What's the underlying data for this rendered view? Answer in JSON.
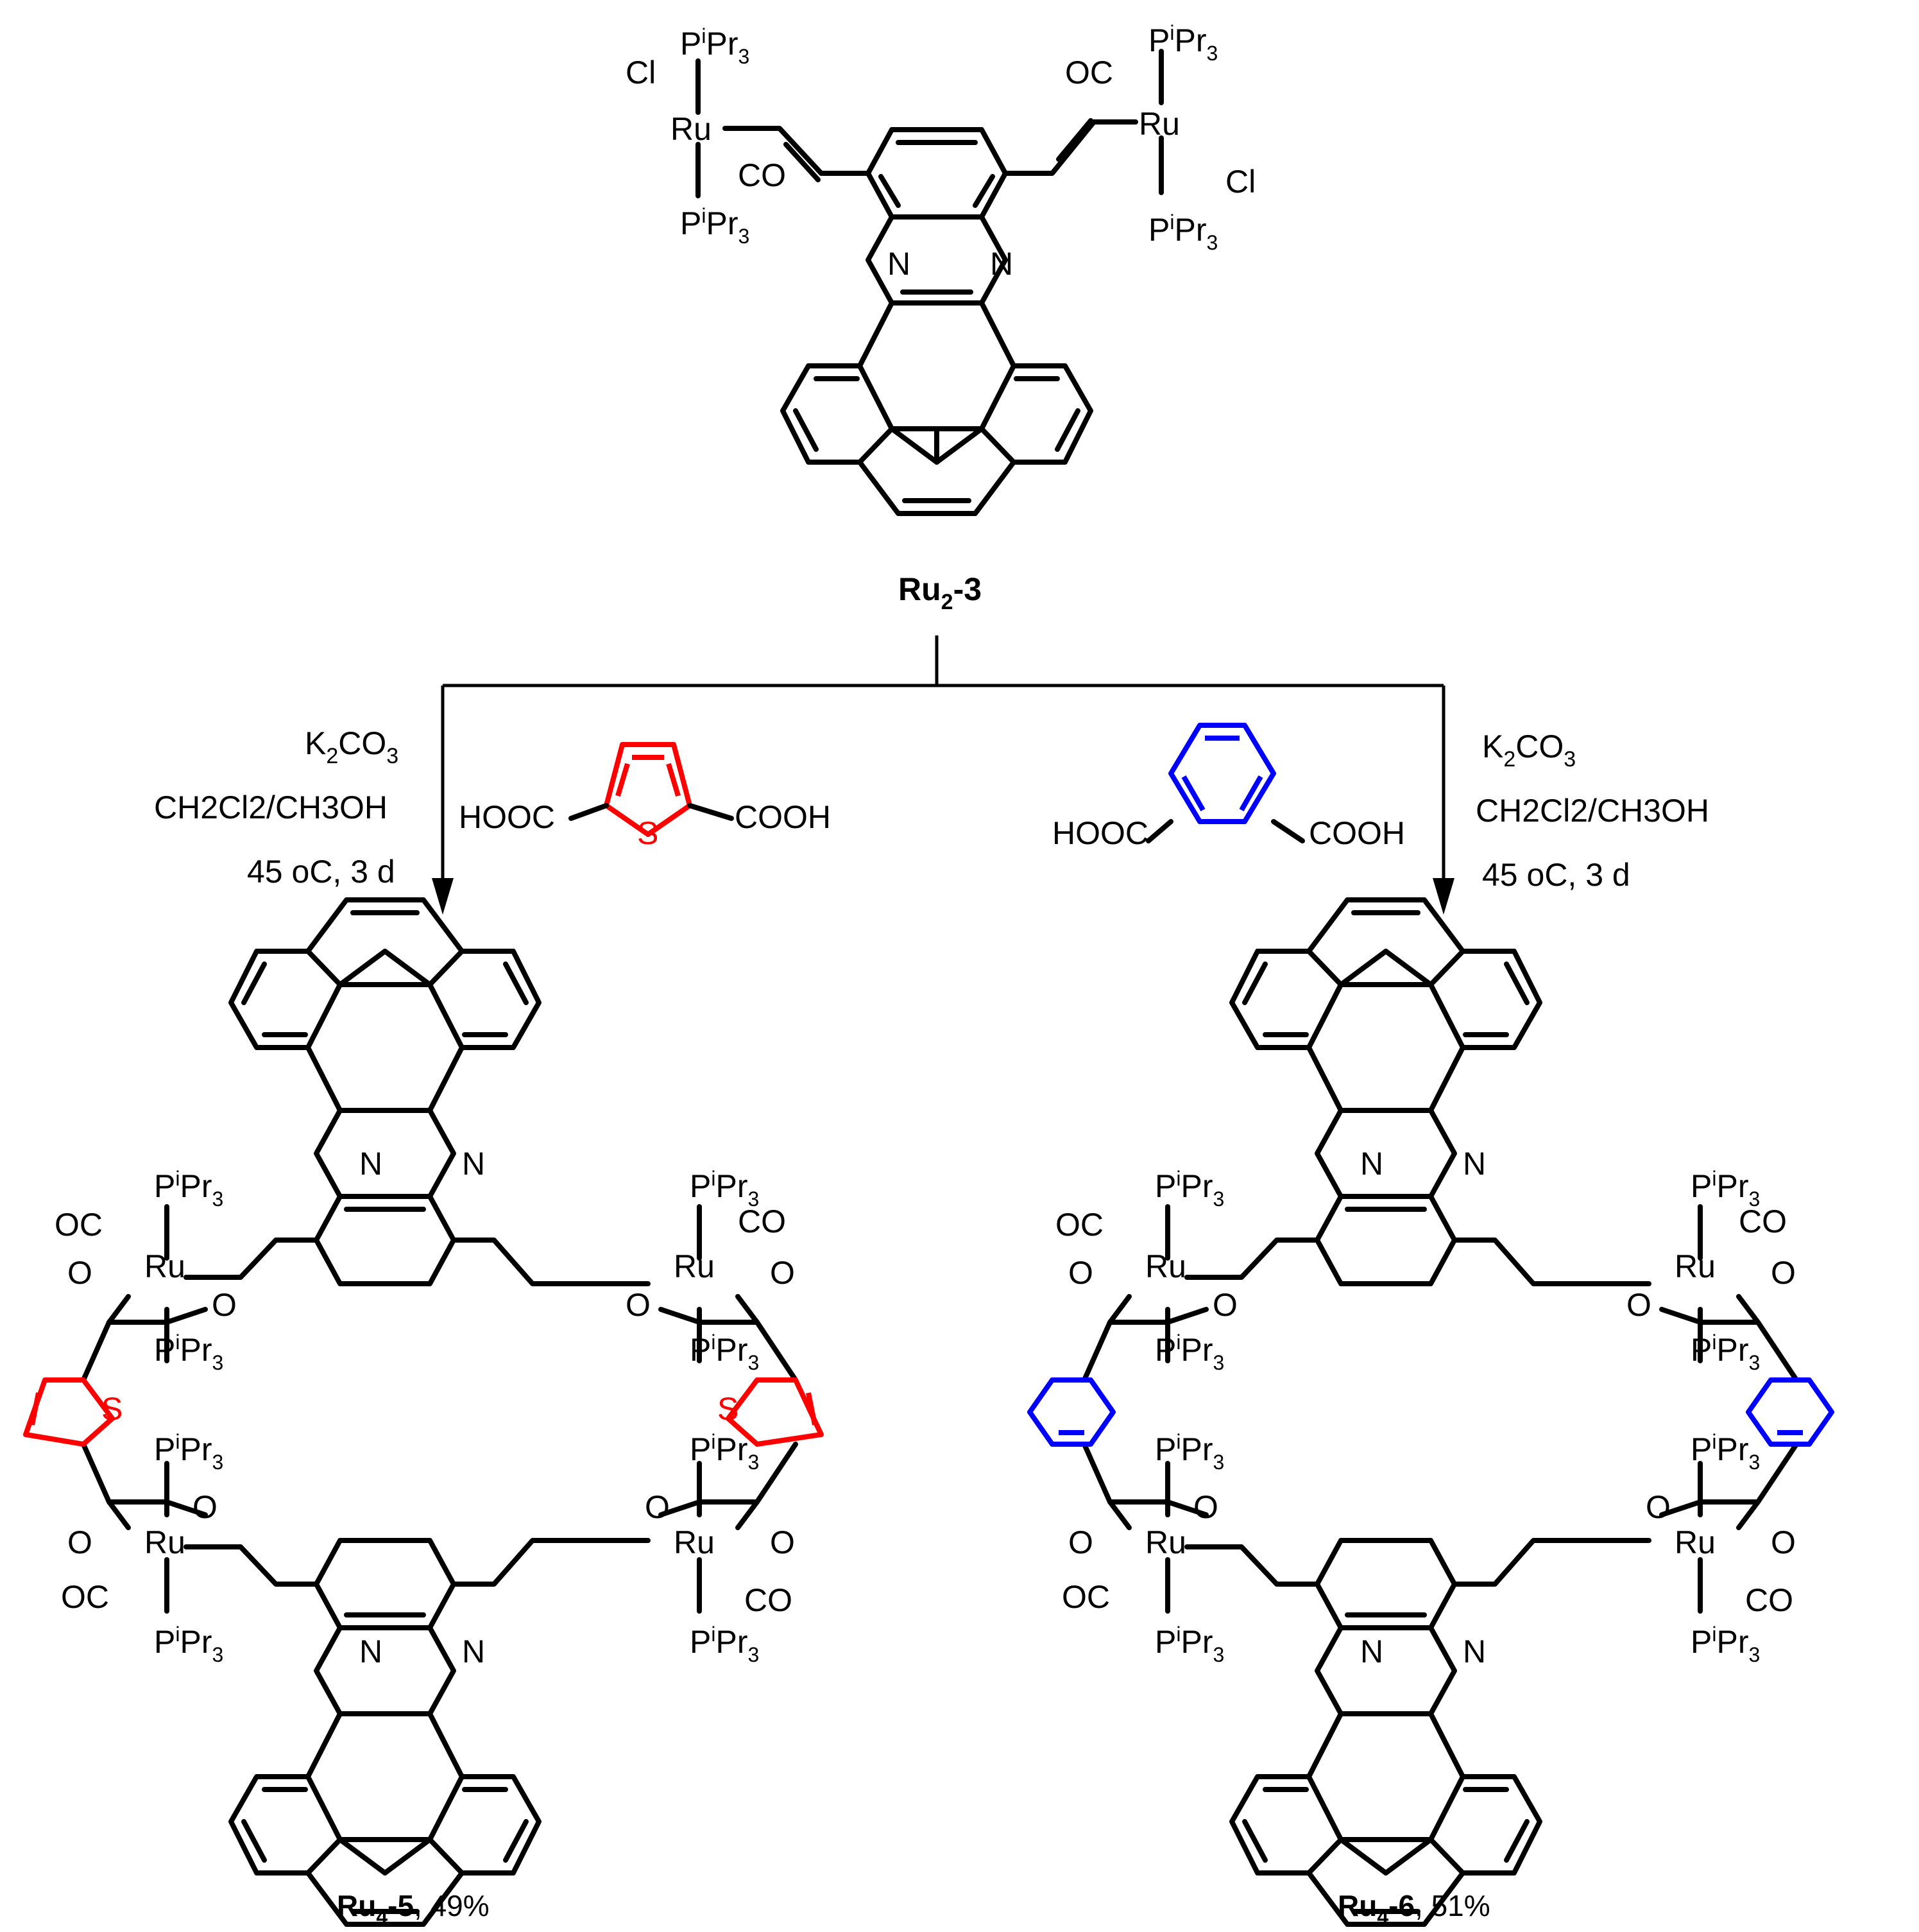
{
  "colors": {
    "ink": "#000000",
    "thiophene": "#ff0000",
    "benzene": "#0000ff"
  },
  "start": {
    "name": "Ru2-3",
    "label_main": "Ru",
    "label_sub": "2",
    "label_suffix": "-3",
    "ligands": {
      "pipr3": "P",
      "pipr3_sup": "i",
      "pipr3_rest": "Pr",
      "pipr3_sub": "3",
      "cl": "Cl",
      "co": "CO",
      "oc": "OC",
      "ru": "Ru",
      "n": "N"
    }
  },
  "left_route": {
    "reagent_1_a": "K",
    "reagent_1_sub": "2",
    "reagent_1_b": "CO",
    "reagent_1_sub2": "3",
    "reagent_2": "CH2Cl2/CH3OH",
    "conditions": "45 oC, 3 d",
    "acid_left": "HOOC",
    "acid_right": "COOH",
    "heteroatom": "S"
  },
  "right_route": {
    "reagent_1_a": "K",
    "reagent_1_sub": "2",
    "reagent_1_b": "CO",
    "reagent_1_sub2": "3",
    "reagent_2": "CH2Cl2/CH3OH",
    "conditions": "45 oC, 3 d",
    "acid_left": "HOOC",
    "acid_right": "COOH"
  },
  "products": [
    {
      "label_main": "Ru",
      "label_sub": "4",
      "label_suffix": "-5",
      "yield": ", 49%"
    },
    {
      "label_main": "Ru",
      "label_sub": "4",
      "label_suffix": "-6",
      "yield": ", 51%"
    }
  ],
  "atom_labels": {
    "o": "O"
  }
}
